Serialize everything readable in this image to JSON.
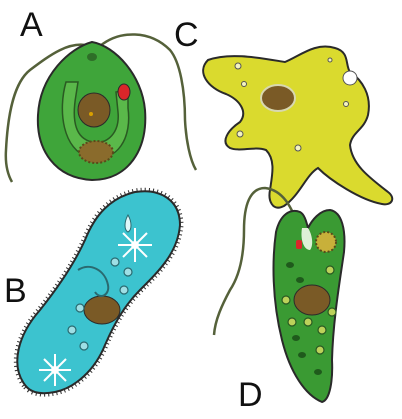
{
  "labels": {
    "a": "A",
    "b": "B",
    "c": "C",
    "d": "D"
  },
  "colors": {
    "chlamydomonas_body": "#3fa53a",
    "amoeba_body": "#dada2e",
    "paramecium_body": "#3cc3cf",
    "euglena_body": "#3a9a33",
    "nucleus": "#7a5a26",
    "eyespot": "#d9262a",
    "outline": "#2a2a2a"
  }
}
